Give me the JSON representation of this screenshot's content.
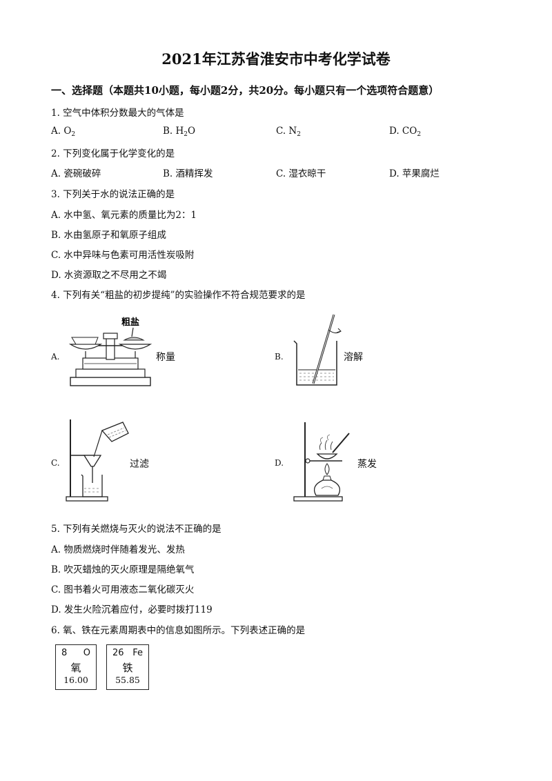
{
  "title": "2021年江苏省淮安市中考化学试卷",
  "section": "一、选择题（本题共10小题，每小题2分，共20分。每小题只有一个选项符合题意）",
  "q1": {
    "stem": "1. 空气中体积分数最大的气体是",
    "options": [
      {
        "prefix": "A.  O",
        "sub": "2"
      },
      {
        "prefix": "B.  H",
        "sub": "2",
        "suffix": "O"
      },
      {
        "prefix": "C.  N",
        "sub": "2"
      },
      {
        "prefix": "D.  CO",
        "sub": "2"
      }
    ]
  },
  "q2": {
    "stem": "2. 下列变化属于化学变化的是",
    "options": [
      "A. 瓷碗破碎",
      "B. 酒精挥发",
      "C. 湿衣晾干",
      "D. 苹果腐烂"
    ]
  },
  "q3": {
    "stem": "3. 下列关于水的说法正确的是",
    "options": [
      "A.  水中氢、氧元素的质量比为2：1",
      "B.  水由氢原子和氧原子组成",
      "C.  水中异味与色素可用活性炭吸附",
      "D.  水资源取之不尽用之不竭"
    ]
  },
  "q4": {
    "stem": "4. 下列有关“粗盐的初步提纯”的实验操作不符合规范要求的是",
    "figures": [
      {
        "letter": "A.",
        "caption": "称量",
        "inner_label": "粗盐"
      },
      {
        "letter": "B.",
        "caption": "溶解"
      },
      {
        "letter": "C.",
        "caption": "过滤"
      },
      {
        "letter": "D.",
        "caption": "蒸发"
      }
    ]
  },
  "q5": {
    "stem": "5. 下列有关燃烧与灭火的说法不正确的是",
    "options": [
      "A.  物质燃烧时伴随着发光、发热",
      "B.  吹灭蜡烛的灭火原理是隔绝氧气",
      "C.  图书着火可用液态二氧化碳灭火",
      "D.  发生火险沉着应付，必要时拨打119"
    ]
  },
  "q6": {
    "stem": "6. 氧、铁在元素周期表中的信息如图所示。下列表述正确的是",
    "elements": [
      {
        "number": "8",
        "symbol": "O",
        "name": "氧",
        "mass": "16.00"
      },
      {
        "number": "26",
        "symbol": "Fe",
        "name": "铁",
        "mass": "55.85"
      }
    ]
  }
}
